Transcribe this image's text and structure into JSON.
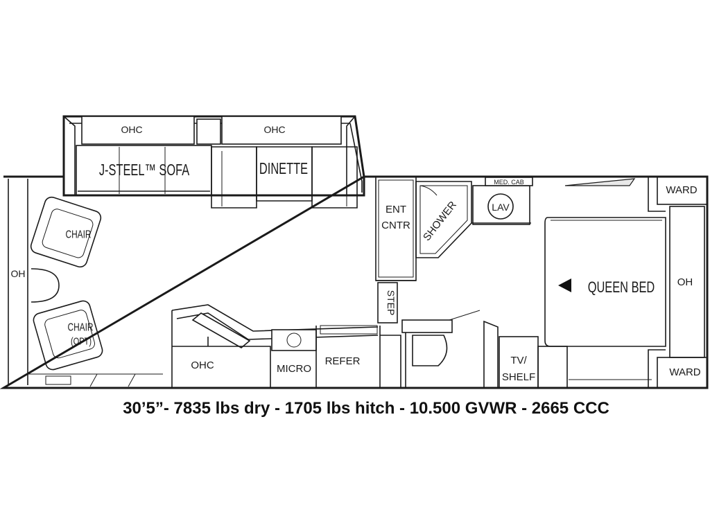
{
  "labels": {
    "ohc_left": "OHC",
    "ohc_right": "OHC",
    "sofa": "J-STEEL™ SOFA",
    "dinette": "DINETTE",
    "chair": "CHAIR",
    "chair_opt_1": "CHAIR",
    "chair_opt_2": "(OPT)",
    "oh_left": "OH",
    "ohc_bottom": "OHC",
    "micro": "MICRO",
    "refer": "REFER",
    "ent_1": "ENT",
    "ent_2": "CNTR",
    "step": "STEP",
    "shower": "SHOWER",
    "med_cab": "MED. CAB",
    "lav": "LAV",
    "tv_1": "TV/",
    "tv_2": "SHELF",
    "queen_bed": "QUEEN BED",
    "oh_right": "OH",
    "ward_top": "WARD",
    "ward_bottom": "WARD"
  },
  "caption": "30’5”- 7835 lbs dry - 1705 lbs hitch - 10.500 GVWR - 2665 CCC",
  "colors": {
    "line": "#1a1a1a",
    "background": "#ffffff"
  },
  "icons": {
    "bed_direction": "triangle-left-icon"
  }
}
